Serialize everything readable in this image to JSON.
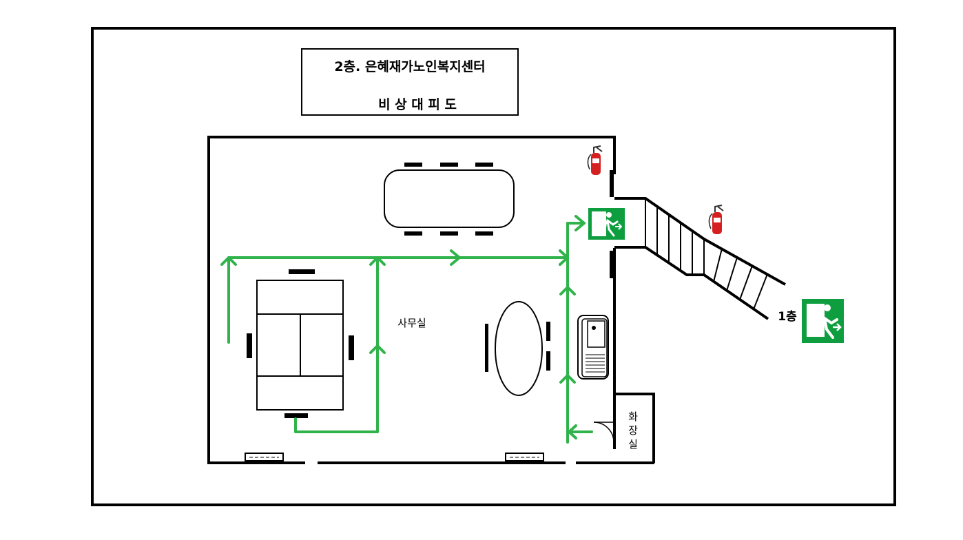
{
  "title": {
    "line1": "2층. 은혜재가노인복지센터",
    "line2": "비 상 대 피 도"
  },
  "rooms": {
    "office": "사무실",
    "restroom": [
      "화",
      "장",
      "실"
    ]
  },
  "exit": {
    "floor_label": "1층"
  },
  "colors": {
    "route": "#2fb34a",
    "exit_sign": "#0f9e3f",
    "wall": "#000000",
    "extinguisher": "#d42020"
  }
}
